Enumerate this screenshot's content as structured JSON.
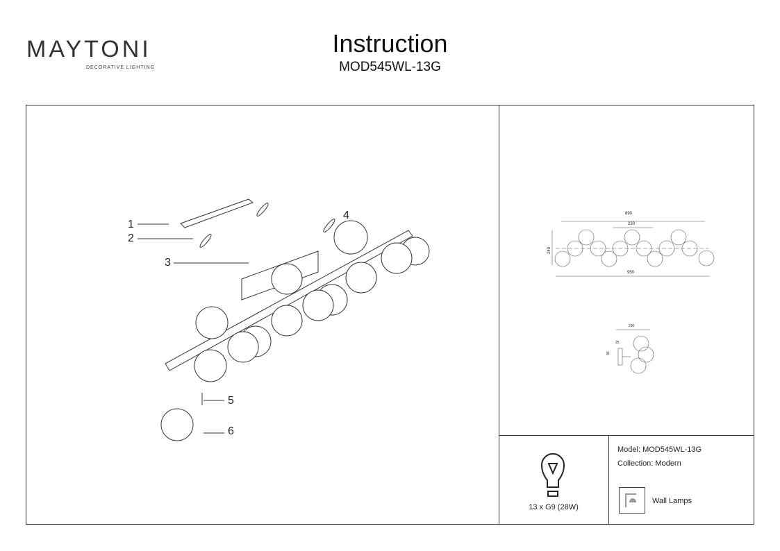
{
  "header": {
    "brand": "MAYTONI",
    "brand_sub": "DECORATIVE LIGHTING",
    "title": "Instruction",
    "model": "MOD545WL-13G"
  },
  "assembly": {
    "callouts": [
      "1",
      "2",
      "3",
      "4",
      "5",
      "6"
    ]
  },
  "dimensions": {
    "front": {
      "width_top": "890",
      "spacing": "230",
      "height": "240",
      "width_total": "950"
    },
    "side": {
      "depth": "230",
      "plate": "25",
      "plate_height": "96"
    }
  },
  "bulb": {
    "icon": "bulb-icon",
    "label": "13 x G9 (28W)"
  },
  "info": {
    "model": "Model: MOD545WL-13G",
    "collection": "Collection: Modern",
    "category_icon": "wall-lamp-icon",
    "category": "Wall Lamps"
  }
}
